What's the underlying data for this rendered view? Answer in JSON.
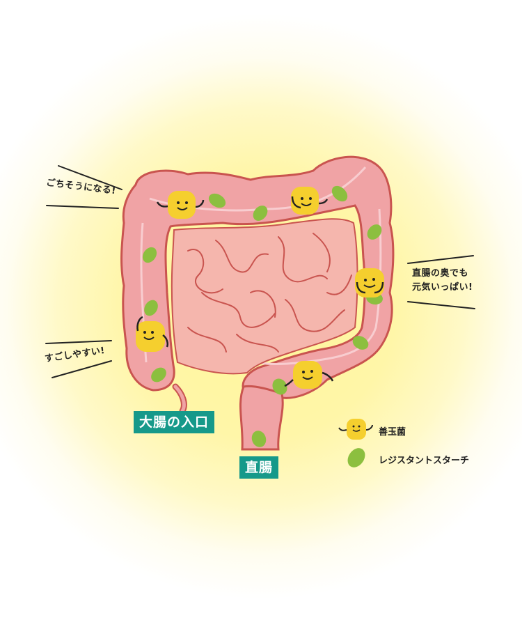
{
  "callouts": {
    "top_left": "ごちそうになる!",
    "right_line1": "直腸の奥でも",
    "right_line2": "元気いっぱい!",
    "left": "すごしやすい!"
  },
  "labels": {
    "large_intestine_entrance": "大腸の入口",
    "rectum": "直腸"
  },
  "legend": {
    "items": [
      {
        "icon": "good-bacteria-icon",
        "label": "善玉菌"
      },
      {
        "icon": "resistant-starch-icon",
        "label": "レジスタントスターチ"
      }
    ]
  },
  "colors": {
    "background_glow": "#fff59a",
    "intestine_pink": "#f0a3a5",
    "intestine_outline": "#c9544f",
    "small_intestine": "#f5b6ad",
    "bacteria_yellow": "#f5cf2e",
    "starch_green": "#8cbf3f",
    "tag_teal": "#16998a"
  }
}
